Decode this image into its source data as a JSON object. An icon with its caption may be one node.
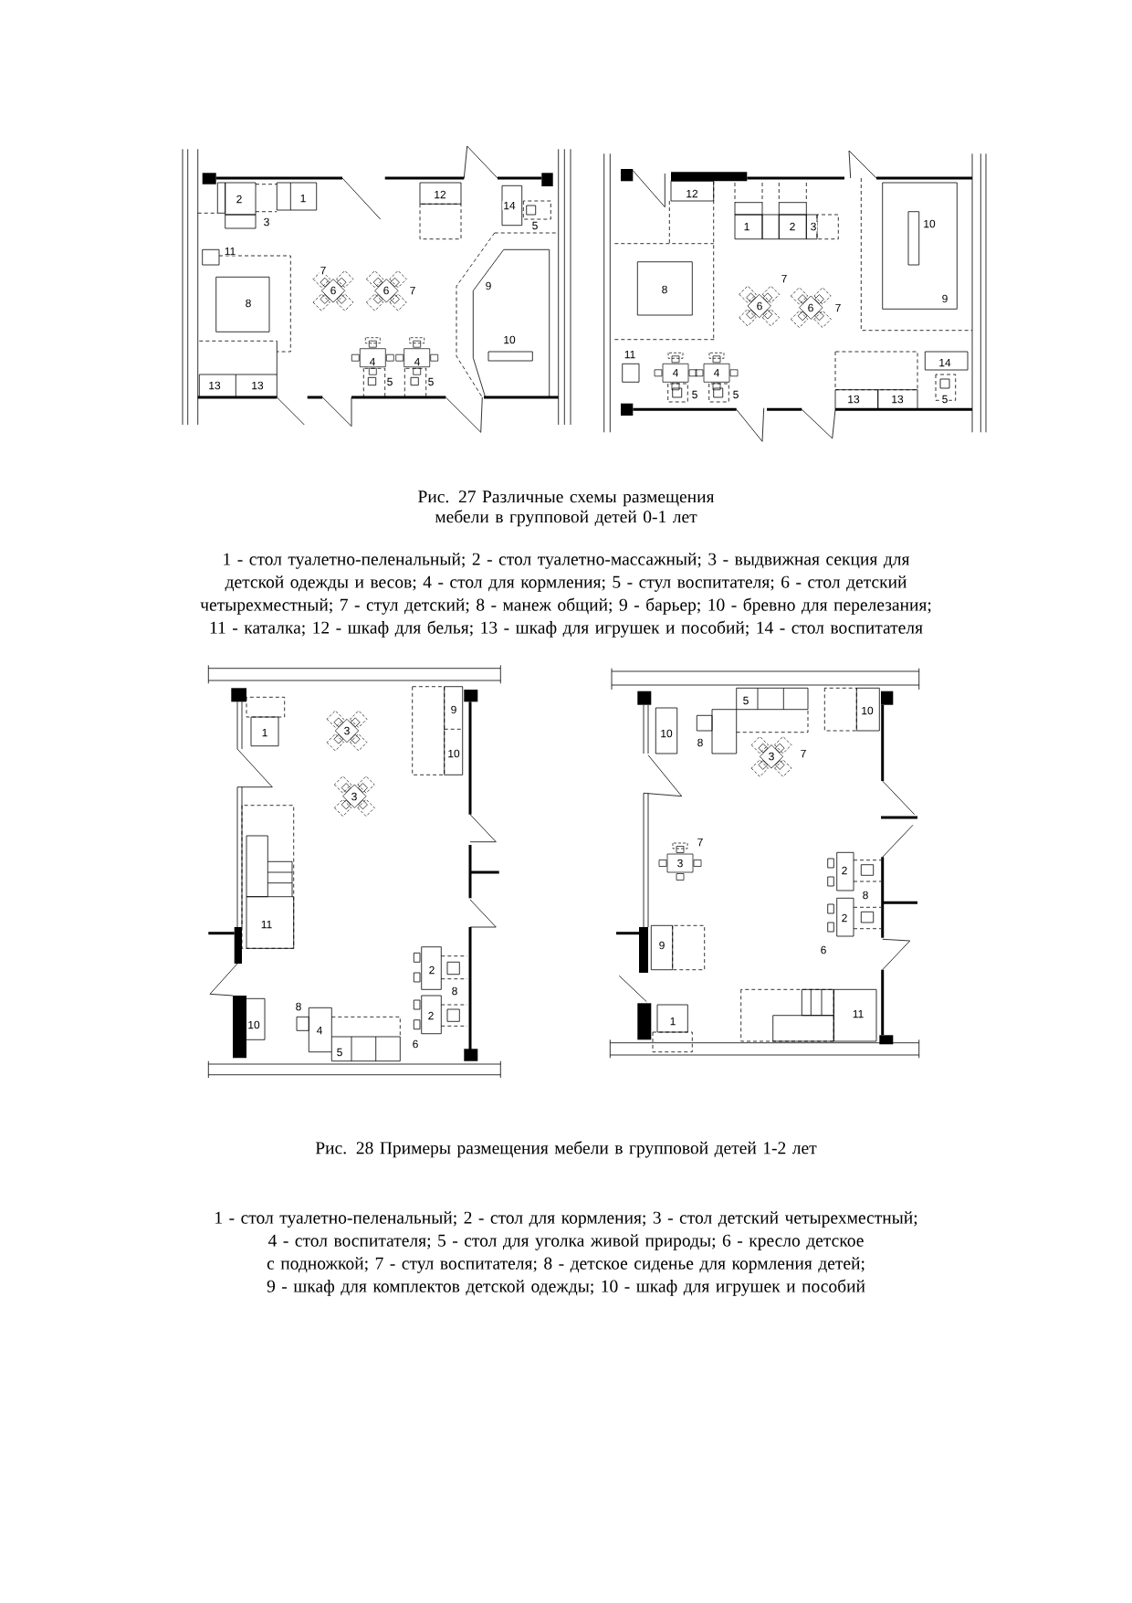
{
  "diagram": {
    "labels": [
      "2",
      "1",
      "3",
      "12",
      "14",
      "5",
      "11",
      "7",
      "6",
      "6",
      "7",
      "9",
      "8",
      "10",
      "4",
      "4",
      "5",
      "5",
      "13",
      "13",
      "12",
      "1",
      "2",
      "3",
      "10",
      "7",
      "8",
      "6",
      "6",
      "7",
      "9",
      "11",
      "4",
      "4",
      "14",
      "5",
      "5",
      "13",
      "13",
      "5",
      "Рис. 27 Различные схемы размещения мебели в групповой детей 0-1 лет",
      "1 - стол туалетно-пеленальный; 2 - стол туалетно-массажный; 3 - выдвижная секция для детской одежды и весов; 4 - стол для кормления; 5 - стул воспитателя; 6 - стол детский четырехместный; 7 - стул детский; 8 - манеж общий; 9 - барьер; 10 - бревно для перелезания; 11 - каталка; 12 - шкаф для белья; 13 - шкаф для игрушек и пособий; 14 - стол воспитателя",
      "9",
      "1",
      "3",
      "10",
      "3",
      "11",
      "2",
      "8",
      "8",
      "2",
      "10",
      "4",
      "6",
      "5",
      "5",
      "10",
      "10",
      "8",
      "3",
      "7",
      "7",
      "3",
      "2",
      "8",
      "2",
      "9",
      "6",
      "11",
      "1",
      "Рис. 28 Примеры размещения мебели в групповой детей 1-2 лет",
      "1 - стол туалетно-пеленальный; 2 - стол для кормления; 3 - стол детский четырехместный; 4 - стол воспитателя; 5 - стол для уголка живой природы; 6 - кресло детское с подножкой; 7 - стул воспитателя; 8 - детское сиденье для кормления детей; 9 - шкаф для комплектов детской одежды; 10 - шкаф для игрушек и пособий"
    ]
  }
}
